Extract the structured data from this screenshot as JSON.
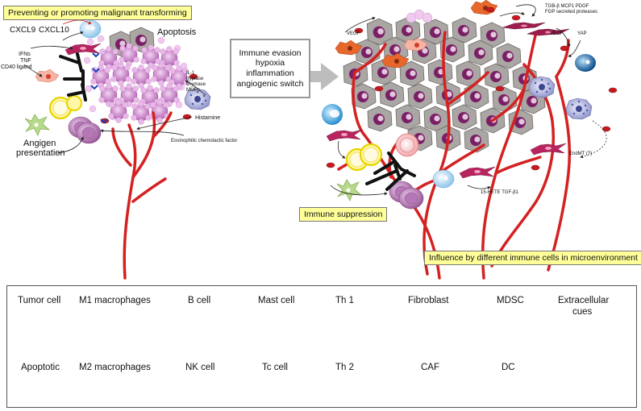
{
  "labels": {
    "box_preventing": "Preventing or promoting malignant transforming",
    "cxcl9": "CXCL9",
    "cxcl10": "CXCL10",
    "ifns": "IFNs",
    "tnf": "TNF",
    "cd40": "CD40 ligand",
    "apoptosis": "Apoptosis",
    "il1": "IL-1",
    "tryptase": "tryptase",
    "chymase": "chymase",
    "mmps": "MMPs",
    "histamine": "Histamine",
    "eosinophilic": "Eosinophilic chemotactic factor",
    "antigen1": "Angigen",
    "antigen2": "presentation",
    "center1": "Immune evasion",
    "center2": "hypoxia",
    "center3": "inflammation",
    "center4": "angiogenic switch",
    "vegf_left": "VEGF",
    "tgfb_line": "TGB-β   MCP1   PDGF",
    "fgp_line": "FGP secreted proteases",
    "vegf_right": "VEGF",
    "yap": "YAP",
    "endmt": "EndMT (?)",
    "hete": "15-HETE TGF-β1",
    "box_suppression": "Immune suppression",
    "box_influence": "Influence by different immune cells in microenvironment"
  },
  "legend": {
    "tumor_cell": "Tumor cell",
    "m1": "M1 macrophages",
    "b_cell": "B cell",
    "mast_cell": "Mast cell",
    "th1": "Th 1",
    "fibroblast": "Fibroblast",
    "mdsc": "MDSC",
    "extracellular1": "Extracellular",
    "extracellular2": "cues",
    "apoptotic": "Apoptotic",
    "m2": "M2 macrophages",
    "nk_cell": "NK cell",
    "tc_cell": "Tc cell",
    "th2": "Th 2",
    "caf": "CAF",
    "dc": "DC"
  },
  "colors": {
    "vessel": "#d42121",
    "apoptotic": "#c987c9",
    "tumor": "#a9a5a2",
    "nucleus": "#7a1f66",
    "box_yellow": "#ffff99"
  }
}
